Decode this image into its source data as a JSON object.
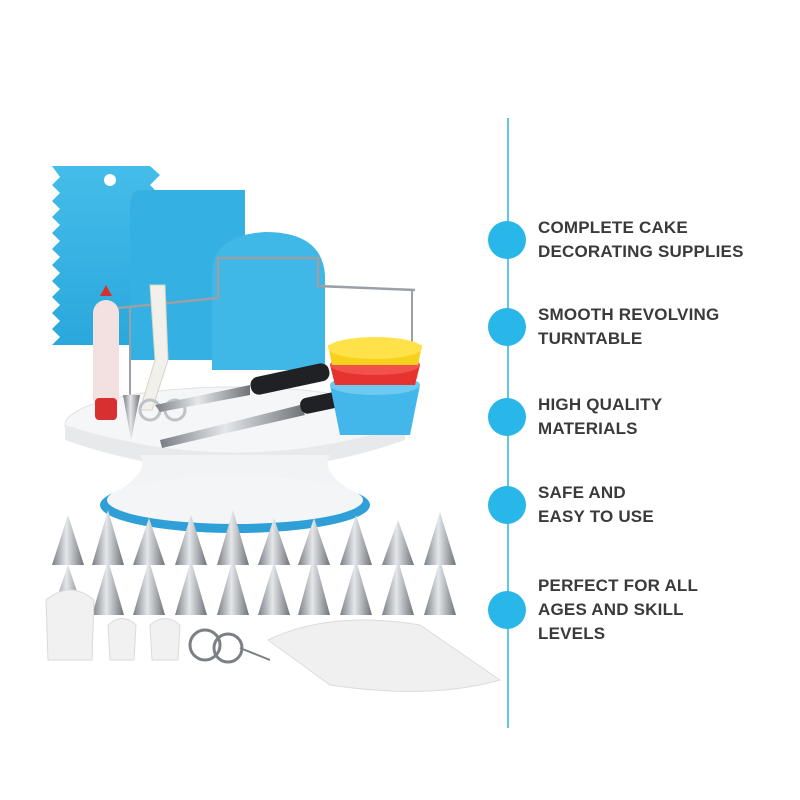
{
  "colors": {
    "accent": "#29b6e8",
    "divider": "#5ec8e6",
    "text": "#3a3a3a",
    "tool_blue": "#3cb4e6"
  },
  "features": [
    {
      "line1": "COMPLETE CAKE",
      "line2": "DECORATING SUPPLIES",
      "line3": ""
    },
    {
      "line1": "SMOOTH REVOLVING",
      "line2": "TURNTABLE",
      "line3": ""
    },
    {
      "line1": "HIGH QUALITY",
      "line2": "MATERIALS",
      "line3": ""
    },
    {
      "line1": "SAFE AND",
      "line2": "EASY TO USE",
      "line3": ""
    },
    {
      "line1": "PERFECT FOR ALL",
      "line2": "AGES AND SKILL",
      "line3": "LEVELS"
    }
  ]
}
